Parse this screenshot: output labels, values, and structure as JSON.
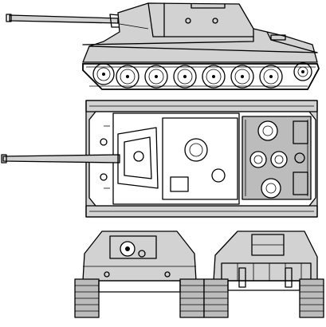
{
  "drawing": {
    "ink": "#000000",
    "paper": "#ffffff",
    "hull_shade": "#d2d2d2",
    "views": [
      "side",
      "top",
      "front",
      "rear"
    ]
  }
}
